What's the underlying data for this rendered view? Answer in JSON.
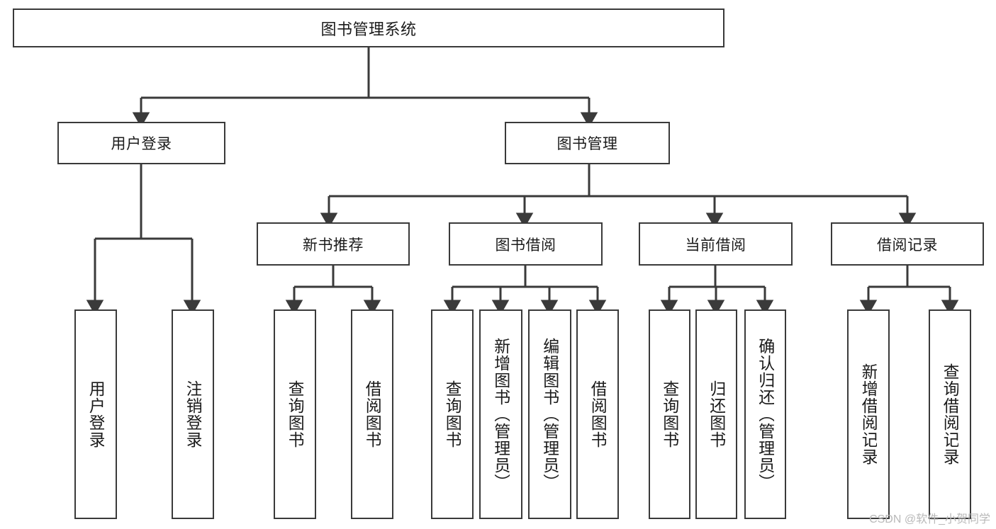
{
  "diagram": {
    "title": "图书管理系统",
    "type": "hierarchy-tree",
    "watermark": "CSDN @软件_小贺同学",
    "colors": {
      "box_border": "#3a3a3a",
      "box_fill": "#ffffff",
      "connector": "#3a3a3a",
      "text": "#1b1b1b",
      "watermark": "#b9b9b9",
      "background": "#ffffff"
    },
    "nodes": {
      "root": {
        "label": "图书管理系统"
      },
      "level2": [
        {
          "id": "user-login",
          "label": "用户登录"
        },
        {
          "id": "book-management",
          "label": "图书管理"
        }
      ],
      "level3": [
        {
          "id": "new-book-recommend",
          "label": "新书推荐"
        },
        {
          "id": "book-borrow",
          "label": "图书借阅"
        },
        {
          "id": "current-borrow",
          "label": "当前借阅"
        },
        {
          "id": "borrow-record",
          "label": "借阅记录"
        }
      ],
      "leaves": {
        "user-login": [
          {
            "id": "leaf-user-login",
            "label": "用户登录"
          },
          {
            "id": "leaf-logout-login",
            "label": "注销登录"
          }
        ],
        "new-book-recommend": [
          {
            "id": "leaf-query-book-1",
            "label": "查询图书"
          },
          {
            "id": "leaf-borrow-book-1",
            "label": "借阅图书"
          }
        ],
        "book-borrow": [
          {
            "id": "leaf-query-book-2",
            "label": "查询图书"
          },
          {
            "id": "leaf-add-book",
            "label": "新增图书（管理员）"
          },
          {
            "id": "leaf-edit-book",
            "label": "编辑图书（管理员）"
          },
          {
            "id": "leaf-borrow-book-2",
            "label": "借阅图书"
          }
        ],
        "current-borrow": [
          {
            "id": "leaf-query-book-3",
            "label": "查询图书"
          },
          {
            "id": "leaf-return-book",
            "label": "归还图书"
          },
          {
            "id": "leaf-confirm-return",
            "label": "确认归还（管理员）"
          }
        ],
        "borrow-record": [
          {
            "id": "leaf-add-record",
            "label": "新增借阅记录"
          },
          {
            "id": "leaf-query-record",
            "label": "查询借阅记录"
          }
        ]
      }
    }
  }
}
